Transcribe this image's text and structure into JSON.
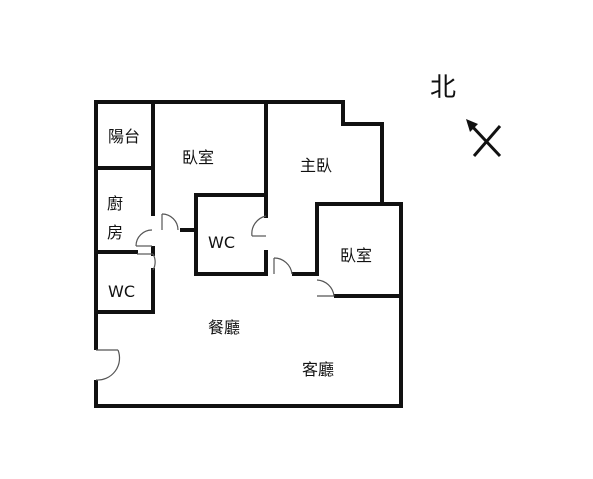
{
  "rooms": {
    "balcony": "陽台",
    "bedroom_1": "臥室",
    "master_bedroom": "主臥",
    "kitchen_line1": "廚",
    "kitchen_line2": "房",
    "wc_center": "WC",
    "bedroom_2": "臥室",
    "wc_left": "WC",
    "dining": "餐廳",
    "living": "客廳"
  },
  "compass": {
    "label": "北",
    "icon": "north-arrow-icon"
  },
  "colors": {
    "wall": "#111111",
    "door": "#555555",
    "background": "#ffffff"
  }
}
